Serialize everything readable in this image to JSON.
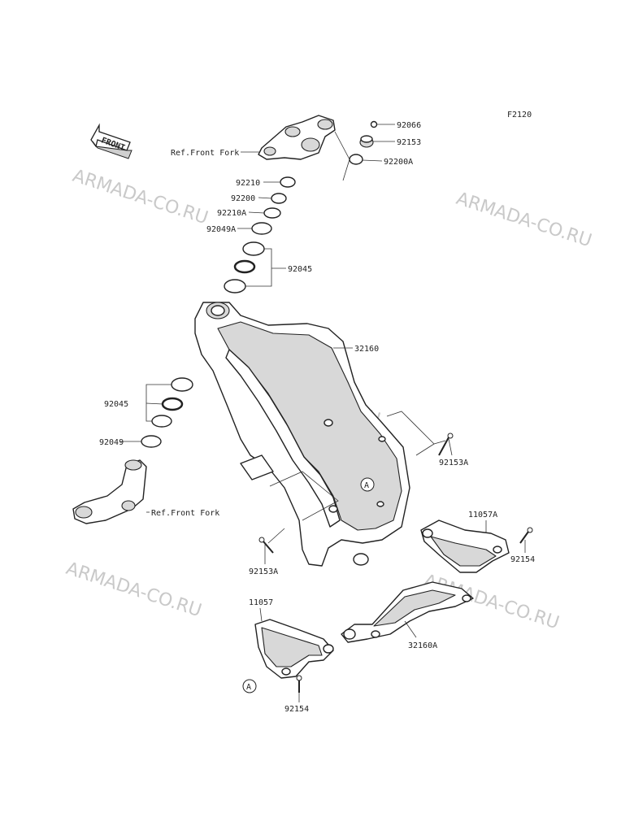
{
  "figure_code": "F2120",
  "front_label": "FRONT",
  "watermark": "ARMADA-CO.RU",
  "callout_a": "A",
  "labels": {
    "ref_front_fork_top": "Ref.Front Fork",
    "ref_front_fork_bottom": "Ref.Front Fork",
    "p92066": "92066",
    "p92153": "92153",
    "p92200A": "92200A",
    "p92210": "92210",
    "p92200": "92200",
    "p92210A": "92210A",
    "p92049A": "92049A",
    "p92045_top": "92045",
    "p32160": "32160",
    "p92045_left": "92045",
    "p92049": "92049",
    "p92153A_right": "92153A",
    "p92153A_bottom": "92153A",
    "p11057A": "11057A",
    "p92154_right": "92154",
    "p11057": "11057",
    "p32160A": "32160A",
    "p92154_bottom": "92154"
  }
}
